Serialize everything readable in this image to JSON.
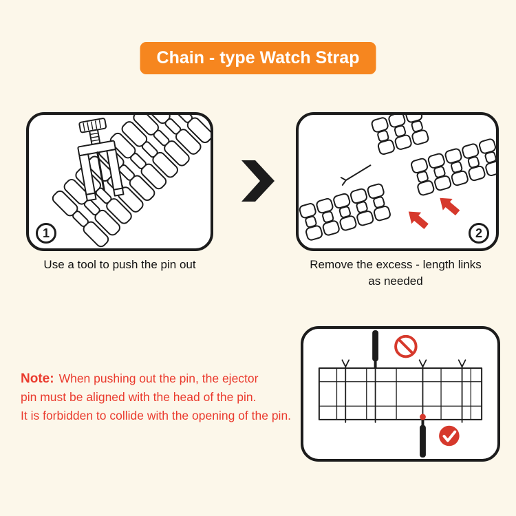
{
  "page": {
    "colors": {
      "bg": "#fcf7ea",
      "ink": "#1c1c1c",
      "orange": "#f6861f",
      "red": "#d6392c",
      "note_red": "#ea3b2e",
      "panel_bg": "#ffffff"
    }
  },
  "banner": {
    "title": "Chain - type Watch Strap"
  },
  "steps": {
    "step1": {
      "number": "1",
      "caption": "Use a tool to push the pin out"
    },
    "step2": {
      "number": "2",
      "caption_line1": "Remove the excess - length links",
      "caption_line2": "as needed"
    }
  },
  "note": {
    "label": "Note:",
    "line1": "When pushing out the pin, the ejector",
    "line2": "pin must be aligned with the head of the pin.",
    "line3": "It is forbidden to collide with the opening of the pin."
  }
}
